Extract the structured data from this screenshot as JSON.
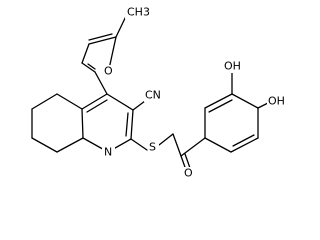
{
  "atoms": {
    "methyl": "CH3",
    "nitrile": "CN",
    "nitrogen": "N",
    "sulfur": "S",
    "furan_oxygen": "O",
    "ketone_oxygen": "O",
    "hydroxyl_3": "OH",
    "hydroxyl_4": "OH"
  }
}
